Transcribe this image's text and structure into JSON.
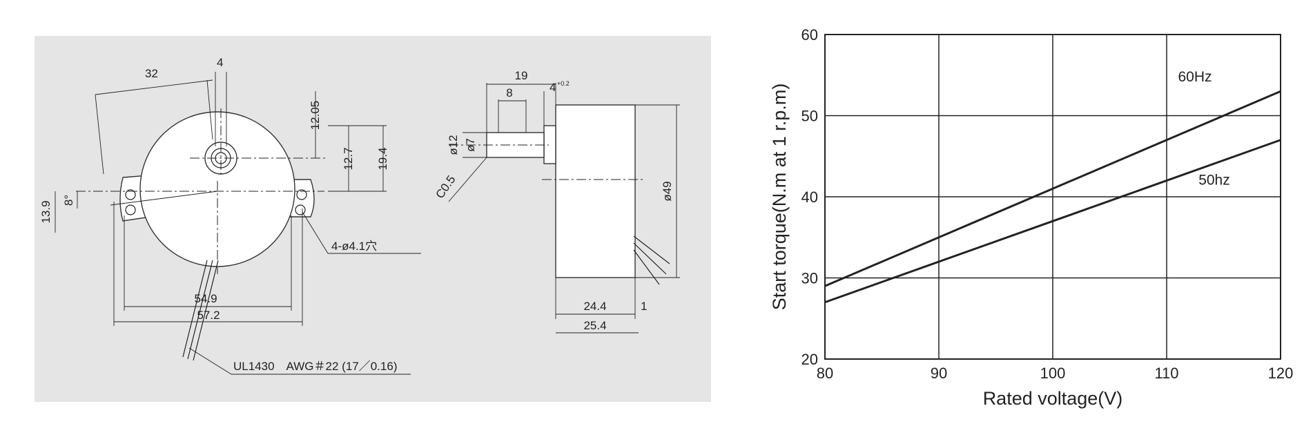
{
  "drawing": {
    "front_view": {
      "dim_32": "32",
      "dim_4": "4",
      "dim_12_05": "12.05",
      "dim_12_7": "12.7",
      "dim_19_4": "19.4",
      "dim_13_9": "13.9",
      "dim_8deg": "8°",
      "dim_54_9": "54.9",
      "dim_57_2": "57.2",
      "holes_label": "4-ø4.1穴",
      "wire_label": "UL1430　AWG＃22 (17／0.16)"
    },
    "side_view": {
      "dim_19": "19",
      "dim_8": "8",
      "dim_4": "4",
      "dim_4_tol": "+0.2",
      "dim_phi12": "ø12",
      "dim_phi7": "ø7",
      "chamfer": "C0.5",
      "dim_phi49": "ø49",
      "dim_24_4": "24.4",
      "dim_1": "1",
      "dim_25_4": "25.4"
    }
  },
  "chart_data": {
    "type": "line",
    "xlabel": "Rated voltage(V)",
    "ylabel": "Start torque(N.m at 1 r.p.m)",
    "xlim": [
      80,
      120
    ],
    "ylim": [
      20,
      60
    ],
    "xticks": [
      "80",
      "90",
      "100",
      "110",
      "120"
    ],
    "yticks": [
      "20",
      "30",
      "40",
      "50",
      "60"
    ],
    "grid": true,
    "series": [
      {
        "name": "60Hz",
        "x": [
          80,
          120
        ],
        "y": [
          29,
          53
        ]
      },
      {
        "name": "50hz",
        "x": [
          80,
          120
        ],
        "y": [
          27,
          47
        ]
      }
    ],
    "colors": {
      "line": "#222222",
      "grid": "#222222"
    }
  }
}
